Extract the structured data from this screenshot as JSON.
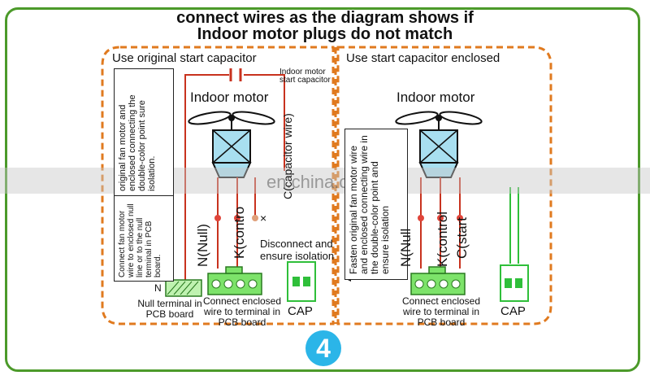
{
  "title": {
    "line1": "connect wires as the diagram shows if",
    "line2": "Indoor motor plugs do not match"
  },
  "left": {
    "section_title": "Use original start capacitor",
    "start_capacitor_label": "Indoor motor start capacitor",
    "motor_label": "Indoor motor",
    "capacitor_wire_label": "C(capacitor wire)",
    "note_top": "original fan motor and enclosed connecting the double-color point sure isolation.",
    "note_bottom": "Connect fan motor wire to enclosed null line or to the null terminal in PCB board.",
    "wire_n": "N(Null)",
    "wire_k": "K(contro",
    "cross_mark": "×",
    "disconnect": "Disconnect and ensure isolation",
    "n_label": "N",
    "null_terminal": "Null terminal in PCB board",
    "connect_enclosed": "Connect enclosed wire to terminal in PCB board",
    "cap_label": "CAP"
  },
  "right": {
    "section_title": "Use start capacitor enclosed",
    "motor_label": "Indoor motor",
    "note": "Fasten original fan motor wire and enclosed connecting wire in the double-color point and ensure isolation",
    "wire_n": "N(Null",
    "wire_k": "K(control",
    "wire_c": "C(start",
    "connect_enclosed": "Connect enclosed wire to terminal in PCB board",
    "cap_label": "CAP"
  },
  "step_number": "4",
  "watermark": "en.china.cn",
  "colors": {
    "frame": "#4c9a2a",
    "dashed": "#e07a1f",
    "motor_fill": "#a8dff0",
    "terminal_green": "#7de36a",
    "cap_green": "#2fbf3a",
    "wire_red": "#c8321e",
    "badge": "#2bb5e8"
  }
}
